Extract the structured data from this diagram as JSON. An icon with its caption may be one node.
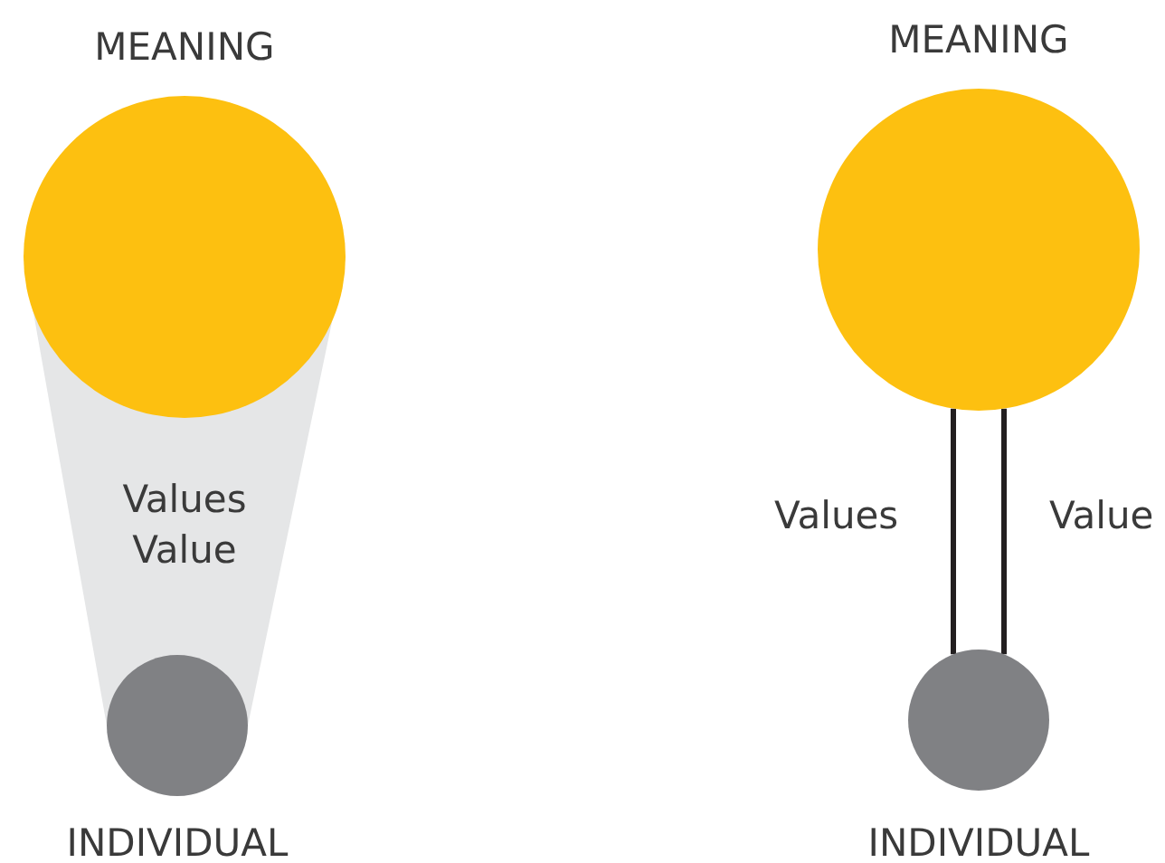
{
  "diagram": {
    "nodes": [
      {
        "text": [
          "MEANING"
        ]
      },
      {
        "text": [
          "Values Value"
        ]
      },
      {
        "text": [
          "INDIVIDUAL"
        ]
      },
      {
        "text": [
          "MEANING"
        ]
      },
      {
        "text": [
          "INDIVIDUAL"
        ]
      }
    ],
    "edges": [
      {
        "from": 3,
        "to": 4,
        "arrow": "none",
        "label": "Values"
      },
      {
        "from": 3,
        "to": 4,
        "arrow": "none",
        "label": "Value"
      }
    ]
  }
}
